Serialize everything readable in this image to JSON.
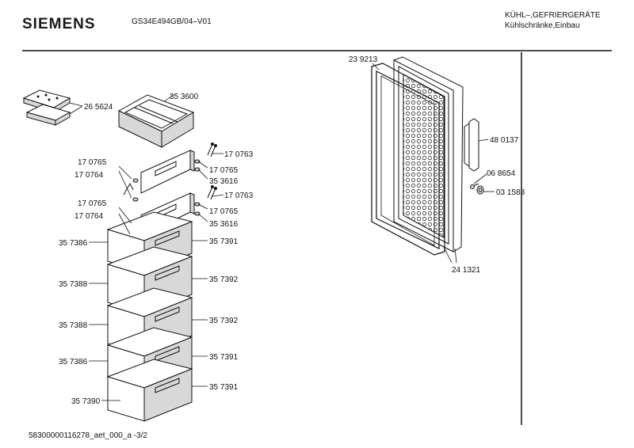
{
  "header": {
    "brand": "SIEMENS",
    "model": "GS34E494GB/04–V01",
    "category_line1": "KÜHL–,GEFRIERGERÄTE",
    "category_line2": "Kühlschränke,Einbau"
  },
  "footer": {
    "drawing_number": "58300000116278_aet_000_a  -3/2"
  },
  "parts": [
    {
      "id": "p265624",
      "number": "26 5624"
    },
    {
      "id": "p353600",
      "number": "35 3600"
    },
    {
      "id": "p170763a",
      "number": "17 0763"
    },
    {
      "id": "p170765a",
      "number": "17 0765"
    },
    {
      "id": "p170765b",
      "number": "17 0765"
    },
    {
      "id": "p170764a",
      "number": "17 0764"
    },
    {
      "id": "p353616a",
      "number": "35 3616"
    },
    {
      "id": "p170763b",
      "number": "17 0763"
    },
    {
      "id": "p170765c",
      "number": "17 0765"
    },
    {
      "id": "p170765d",
      "number": "17 0765"
    },
    {
      "id": "p170764b",
      "number": "17 0764"
    },
    {
      "id": "p353616b",
      "number": "35 3616"
    },
    {
      "id": "p357386a",
      "number": "35 7386"
    },
    {
      "id": "p357391a",
      "number": "35 7391"
    },
    {
      "id": "p357388a",
      "number": "35 7388"
    },
    {
      "id": "p357392a",
      "number": "35 7392"
    },
    {
      "id": "p357388b",
      "number": "35 7388"
    },
    {
      "id": "p357392b",
      "number": "35 7392"
    },
    {
      "id": "p357386b",
      "number": "35 7386"
    },
    {
      "id": "p357391b",
      "number": "35 7391"
    },
    {
      "id": "p357390",
      "number": "35 7390"
    },
    {
      "id": "p357391c",
      "number": "35 7391"
    },
    {
      "id": "p239213",
      "number": "23 9213"
    },
    {
      "id": "p480137",
      "number": "48 0137"
    },
    {
      "id": "p068654",
      "number": "06 8654"
    },
    {
      "id": "p031588",
      "number": "03 1588"
    },
    {
      "id": "p241321",
      "number": "24 1321"
    }
  ]
}
